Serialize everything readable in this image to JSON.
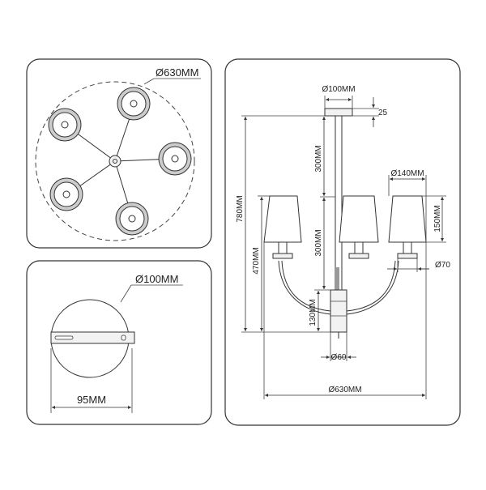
{
  "top_view": {
    "diameter_label": "Ø630MM"
  },
  "canopy_view": {
    "diameter_label": "Ø100MM",
    "depth_label": "95MM"
  },
  "side_view": {
    "canopy_diameter": "Ø100MM",
    "canopy_height": "25",
    "rod_upper": "300MM",
    "rod_lower": "300MM",
    "total_height": "780MM",
    "body_height": "470MM",
    "center_height": "130MM",
    "shade_diameter": "Ø140MM",
    "shade_height": "150MM",
    "holder_diameter": "Ø70",
    "center_diameter": "Ø60",
    "overall_diameter": "Ø630MM"
  },
  "colors": {
    "line": "#333333",
    "background": "#ffffff"
  }
}
